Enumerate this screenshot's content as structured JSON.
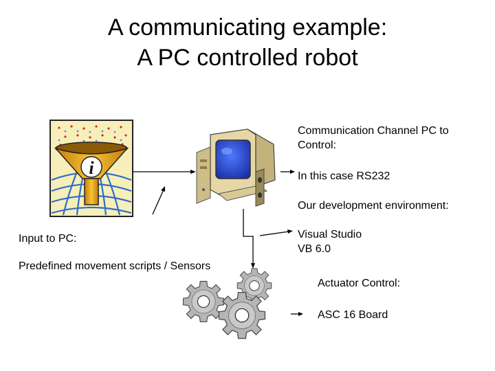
{
  "slide": {
    "title_line1": "A communicating example:",
    "title_line2": "A PC controlled robot"
  },
  "labels": {
    "comm_channel": "Communication Channel PC to Control:",
    "comm_channel_line1": "Communication Channel PC to",
    "comm_channel_line2": "Control:",
    "rs232": "In this case RS232",
    "dev_env": "Our development environment:",
    "vs_line1": "Visual Studio",
    "vs_line2": "VB 6.0",
    "input_pc": "Input to PC:",
    "predefined": "Predefined movement scripts / Sensors",
    "actuator": "Actuator Control:",
    "asc_board": "ASC 16 Board"
  },
  "icons": {
    "info_funnel": "info-funnel-icon",
    "computer": "desktop-computer-icon",
    "gears": "gears-icon"
  },
  "colors": {
    "funnel_bg": "#f7efb9",
    "grid_blue": "#2f6ec9",
    "funnel_gold": "#e8a41a",
    "dots_red": "#d62828",
    "dots_blue": "#6688dd",
    "pc_beige": "#e6d8a6",
    "screen_blue": "#2844c8",
    "gear_gray": "#b3b3b3"
  }
}
